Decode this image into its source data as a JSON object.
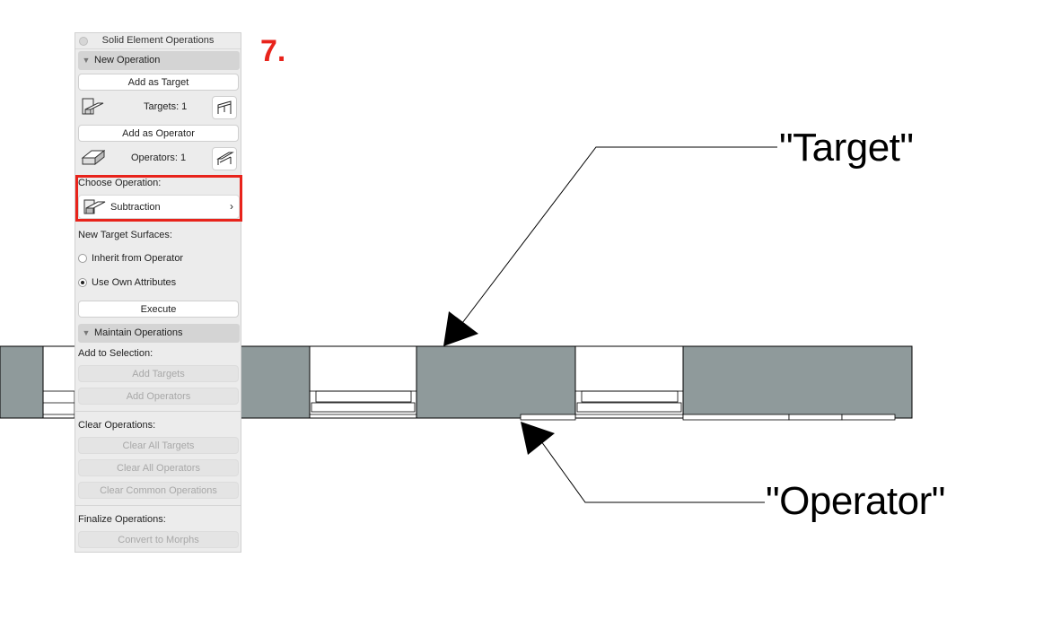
{
  "step_label": "7.",
  "callouts": {
    "target": "\"Target\"",
    "operator": "\"Operator\""
  },
  "panel": {
    "title": "Solid Element Operations",
    "new_operation": {
      "header": "New Operation",
      "add_target_label": "Add as Target",
      "targets_count": "Targets: 1",
      "add_operator_label": "Add as Operator",
      "operators_count": "Operators: 1",
      "choose_operation_label": "Choose Operation:",
      "operation_value": "Subtraction",
      "surfaces_label": "New Target Surfaces:",
      "radio_inherit": "Inherit from Operator",
      "radio_own": "Use Own Attributes",
      "selected_surface": "Use Own Attributes",
      "execute_label": "Execute"
    },
    "maintain_operations": {
      "header": "Maintain Operations",
      "add_to_selection_label": "Add to Selection:",
      "add_targets_label": "Add Targets",
      "add_operators_label": "Add Operators",
      "clear_operations_label": "Clear Operations:",
      "clear_all_targets_label": "Clear All Targets",
      "clear_all_operators_label": "Clear All Operators",
      "clear_common_label": "Clear Common Operations",
      "finalize_label": "Finalize Operations:",
      "convert_label": "Convert to Morphs"
    }
  },
  "colors": {
    "highlight": "#e8231b",
    "solid_fill": "#8f9a9b"
  }
}
